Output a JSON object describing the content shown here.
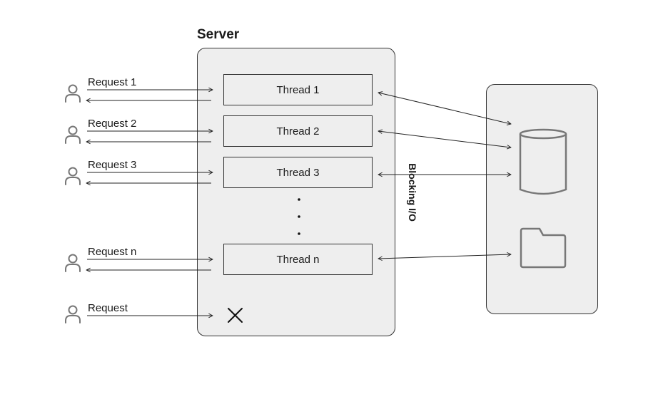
{
  "server": {
    "title": "Server"
  },
  "threads": [
    "Thread 1",
    "Thread 2",
    "Thread 3",
    "Thread n"
  ],
  "requests": [
    "Request 1",
    "Request 2",
    "Request 3",
    "Request n",
    "Request"
  ],
  "blocking_io_label": "Blocking I/O",
  "colors": {
    "box_fill": "#eeeeee",
    "stroke": "#333333",
    "icon_stroke": "#777777",
    "text": "#1a1a1a"
  },
  "icons": {
    "user": "user-icon",
    "rejected": "x-icon",
    "database": "database-icon",
    "folder": "folder-icon"
  }
}
